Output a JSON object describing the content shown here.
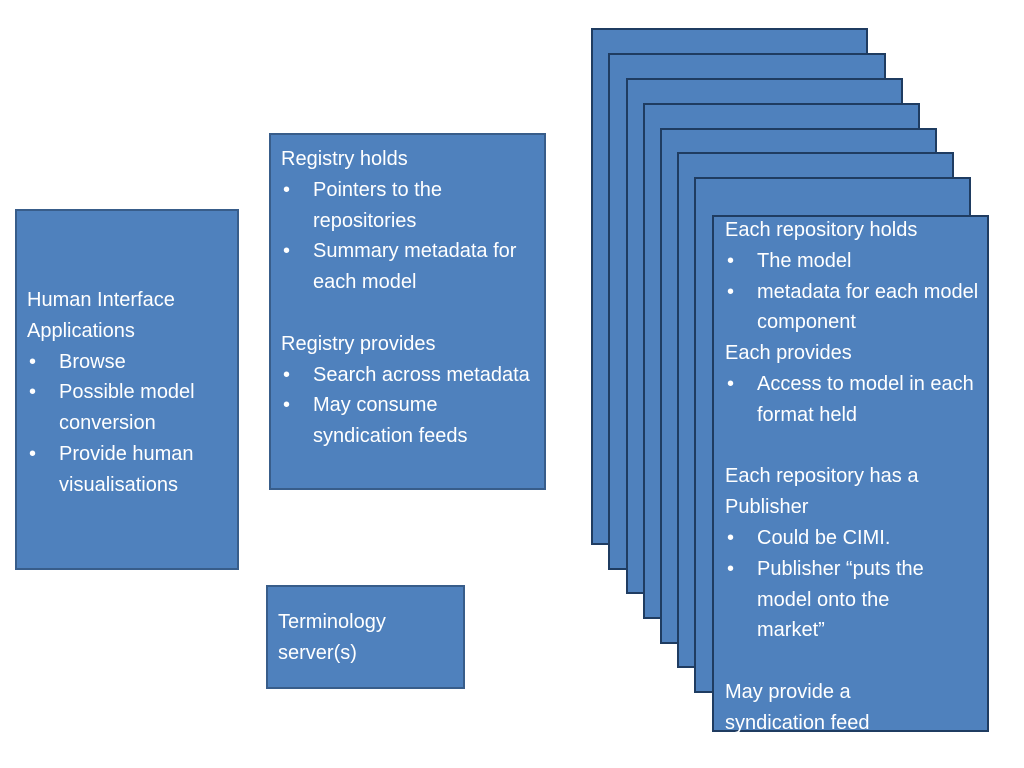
{
  "human_interface": {
    "heading_line1": "Human Interface",
    "heading_line2": "Applications",
    "items": [
      "Browse",
      "Possible model conversion",
      "Provide human visualisations"
    ]
  },
  "registry": {
    "holds_heading": "Registry holds",
    "holds_items": [
      "Pointers to the repositories",
      "Summary metadata for each model"
    ],
    "provides_heading": "Registry provides",
    "provides_items": [
      "Search across metadata",
      "May consume syndication feeds"
    ]
  },
  "terminology": {
    "label": "Terminology server(s)"
  },
  "repository": {
    "holds_heading": "Each repository holds",
    "holds_items": [
      "The model",
      "metadata for each model component"
    ],
    "provides_heading": "Each provides",
    "provides_items": [
      "Access to model in each format held"
    ],
    "publisher_heading": "Each repository has a Publisher",
    "publisher_items": [
      "Could be CIMI.",
      "Publisher “puts the model onto the market”"
    ],
    "syndication_text": "May provide a syndication feed"
  }
}
